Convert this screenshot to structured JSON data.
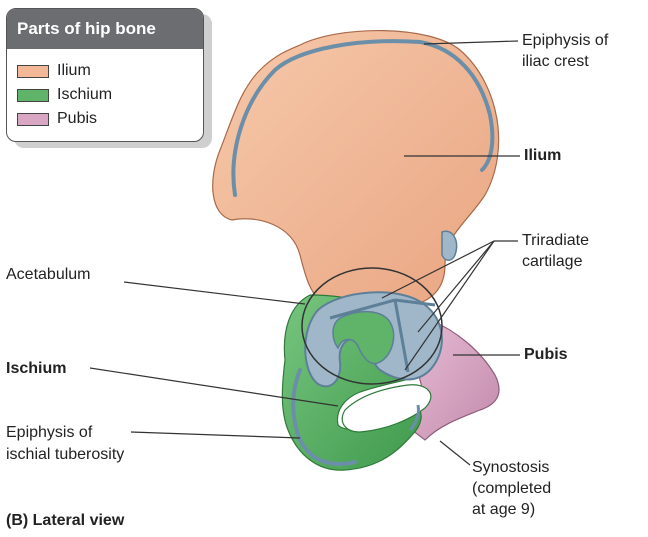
{
  "legend": {
    "title": "Parts of hip bone",
    "items": [
      {
        "label": "Ilium",
        "color": "#f2b897"
      },
      {
        "label": "Ischium",
        "color": "#5fb46a"
      },
      {
        "label": "Pubis",
        "color": "#d9a6c4"
      }
    ]
  },
  "labels": {
    "epiphysis_iliac_line1": "Epiphysis of",
    "epiphysis_iliac_line2": "iliac crest",
    "ilium": "Ilium",
    "triradiate_line1": "Triradiate",
    "triradiate_line2": "cartilage",
    "acetabulum": "Acetabulum",
    "ischium": "Ischium",
    "pubis": "Pubis",
    "epiphysis_ischial_line1": "Epiphysis of",
    "epiphysis_ischial_line2": "ischial tuberosity",
    "synostosis_line1": "Synostosis",
    "synostosis_line2": "(completed",
    "synostosis_line3": "at age 9)"
  },
  "caption": "(B) Lateral view",
  "colors": {
    "ilium": "#f2b897",
    "ischium": "#5fb46a",
    "pubis": "#d9a6c4",
    "cartilage": "#9fb7c9",
    "cartilage_edge": "#5e7f98"
  }
}
